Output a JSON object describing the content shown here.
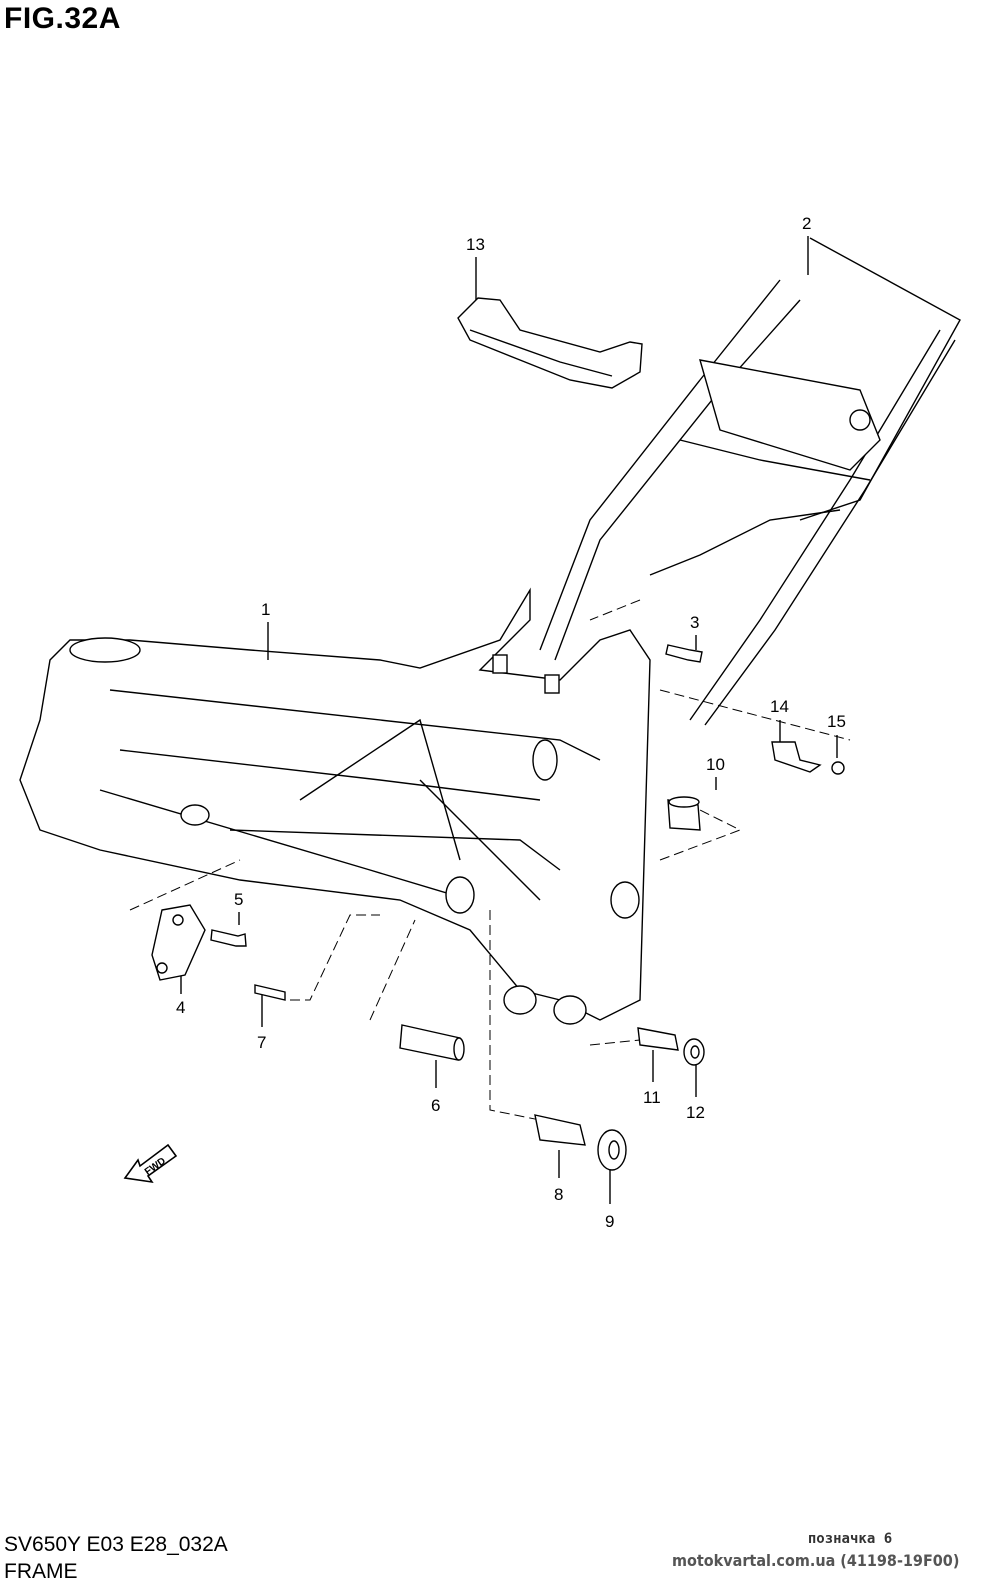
{
  "figure": {
    "title": "FIG.32A"
  },
  "footer": {
    "model_code": "SV650Y E03 E28_032A",
    "section_name": "FRAME",
    "marker": "позначка 6",
    "source": "motokvartal.com.ua (41198-19F00)"
  },
  "direction_label": "FWD",
  "callouts": [
    "1",
    "2",
    "3",
    "4",
    "5",
    "6",
    "7",
    "8",
    "9",
    "10",
    "11",
    "12",
    "13",
    "14",
    "15"
  ]
}
